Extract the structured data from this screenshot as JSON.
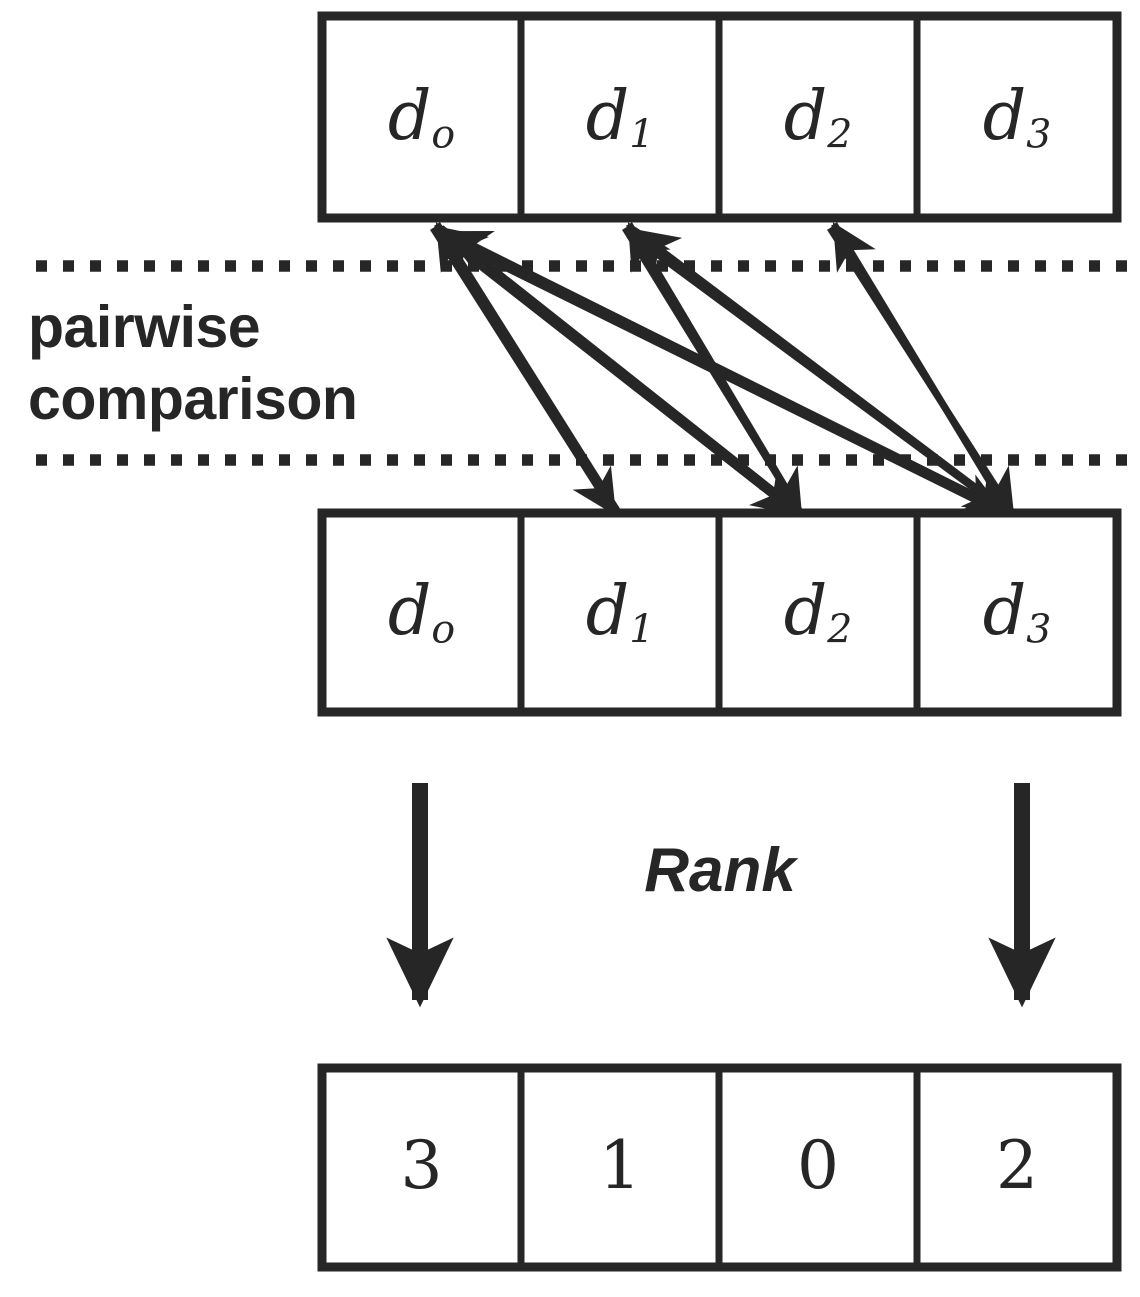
{
  "diagram": {
    "title": "pairwise comparison ranking diagram",
    "stroke_color": "#262626",
    "background_color": "#ffffff"
  },
  "rows": [
    {
      "name": "top-document-row",
      "cells": [
        {
          "base": "d",
          "sub": "o",
          "label": "do"
        },
        {
          "base": "d",
          "sub": "1",
          "label": "d1"
        },
        {
          "base": "d",
          "sub": "2",
          "label": "d2"
        },
        {
          "base": "d",
          "sub": "3",
          "label": "d3"
        }
      ]
    },
    {
      "name": "bottom-document-row",
      "cells": [
        {
          "base": "d",
          "sub": "o",
          "label": "do"
        },
        {
          "base": "d",
          "sub": "1",
          "label": "d1"
        },
        {
          "base": "d",
          "sub": "2",
          "label": "d2"
        },
        {
          "base": "d",
          "sub": "3",
          "label": "d3"
        }
      ]
    }
  ],
  "rank_row": {
    "name": "rank-output-row",
    "values": [
      "3",
      "1",
      "0",
      "2"
    ]
  },
  "labels": {
    "pairwise_line1": "pairwise",
    "pairwise_line2": "comparison",
    "rank": "Rank"
  },
  "chart_data": {
    "type": "diagram",
    "title": "Pairwise comparison and ranking",
    "nodes_top": [
      "do",
      "d1",
      "d2",
      "d3"
    ],
    "nodes_bottom": [
      "do",
      "d1",
      "d2",
      "d3"
    ],
    "rank_values": [
      3,
      1,
      0,
      2
    ],
    "comparison_edges": [
      {
        "from": "d1",
        "to": "do"
      },
      {
        "from": "d2",
        "to": "do"
      },
      {
        "from": "d3",
        "to": "do"
      },
      {
        "from": "d2",
        "to": "d1"
      },
      {
        "from": "d3",
        "to": "d1"
      },
      {
        "from": "d3",
        "to": "d2"
      },
      {
        "from": "do",
        "to": "d1"
      },
      {
        "from": "do",
        "to": "d2"
      },
      {
        "from": "do",
        "to": "d3"
      },
      {
        "from": "d1",
        "to": "d2"
      },
      {
        "from": "d1",
        "to": "d3"
      },
      {
        "from": "d2",
        "to": "d3"
      }
    ],
    "rank_arrows": 2,
    "annotation": "pairwise comparison band between two dotted guide lines"
  }
}
